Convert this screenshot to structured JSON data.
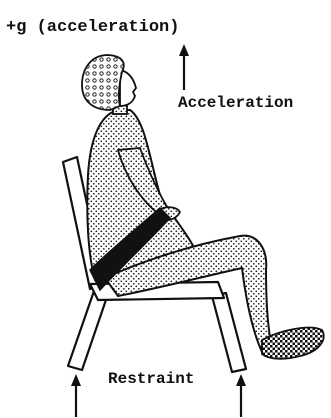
{
  "title": "+g (acceleration)",
  "labels": {
    "acceleration": "Acceleration",
    "restraint": "Restraint"
  },
  "colors": {
    "ink": "#111111",
    "paper": "#ffffff"
  }
}
